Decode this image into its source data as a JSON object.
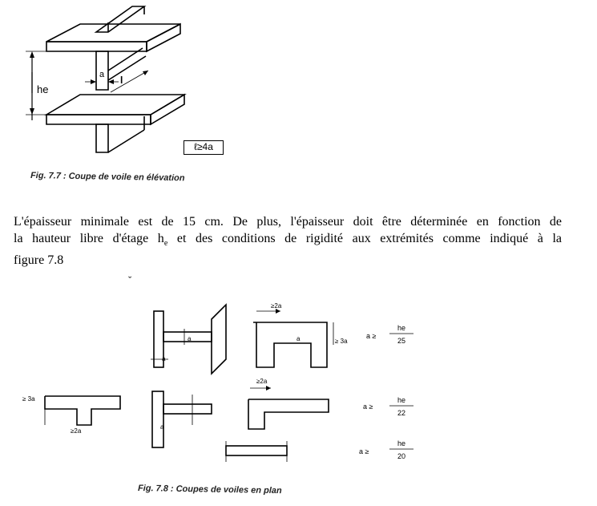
{
  "figure_7_7": {
    "caption": "Fig. 7.7 : Coupe de voile en élévation",
    "label_he": "he",
    "label_a": "a",
    "label_l": "l",
    "condition": "ℓ≥4a"
  },
  "paragraph": {
    "line1": "L'épaisseur minimale est de 15 cm. De plus, l'épaisseur doit être déterminée en fonction de",
    "line2_before": "la hauteur libre d'étage h",
    "line2_sub": "e",
    "line2_after": " et des conditions de rigidité aux extrémités comme indiqué à la",
    "line3": "figure 7.8"
  },
  "stray_mark": "ˇ",
  "figure_7_8": {
    "caption": "Fig. 7.8 : Coupes de voiles en plan",
    "dim_2a": "≥2a",
    "dim_3a": "≥ 3a",
    "dim_3a_left": "≥ 3a",
    "dim_2a_bottom": "≥2a",
    "label_a": "a",
    "rule1": {
      "lhs": "a ≥",
      "num": "he",
      "den": "25"
    },
    "rule2": {
      "lhs": "a ≥",
      "num": "he",
      "den": "22"
    },
    "rule3": {
      "lhs": "a ≥",
      "num": "he",
      "den": "20"
    }
  }
}
